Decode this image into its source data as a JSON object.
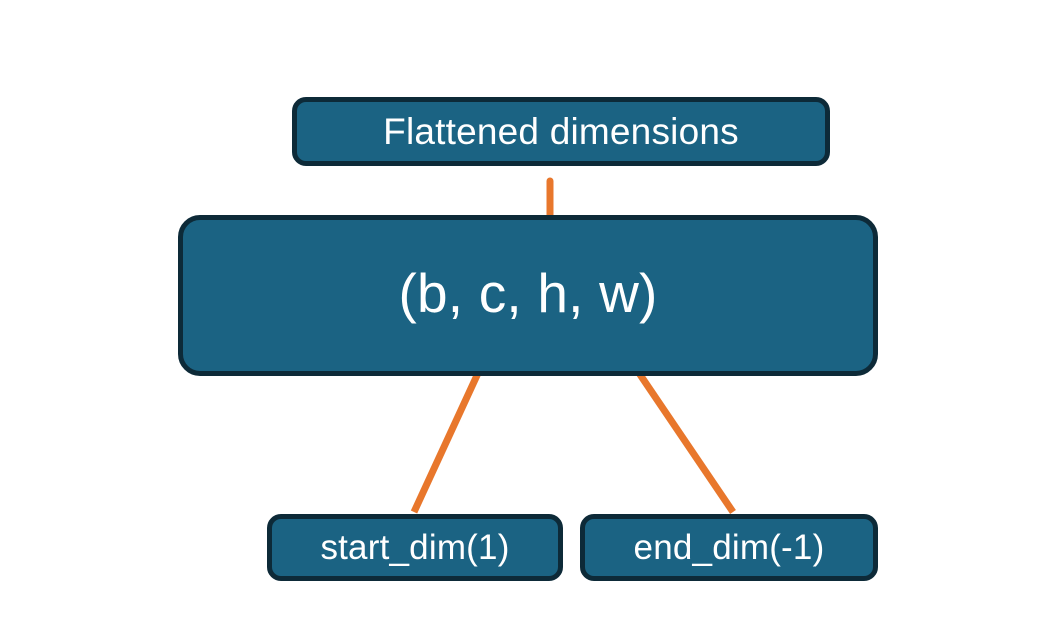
{
  "diagram": {
    "title": "torch.flatten dimension range illustration",
    "background_color": "#ffffff",
    "node_fill_color": "#1b6383",
    "node_border_color": "#0d2a38",
    "node_text_color": "#ffffff",
    "accent_color": "#e8772c",
    "nodes": [
      {
        "id": "flattened",
        "label": "Flattened dimensions",
        "role": "caption-box-top"
      },
      {
        "id": "shape",
        "label": "(b, c, h, w)",
        "role": "tensor-shape-box",
        "dims": [
          "b",
          "c",
          "h",
          "w"
        ]
      },
      {
        "id": "start",
        "label": "start_dim(1)",
        "role": "argument-box-left"
      },
      {
        "id": "end",
        "label": "end_dim(-1)",
        "role": "argument-box-right"
      }
    ],
    "connectors": [
      {
        "id": "brace",
        "type": "curly-brace",
        "color": "#e8772c",
        "from": "shape.dims[c..w]",
        "to": "flattened",
        "note": "brace spans the c, h, w dimensions and points up to the Flattened dimensions box"
      },
      {
        "id": "arrow-start",
        "type": "arrow",
        "color": "#e8772c",
        "from": "start",
        "to": "shape.dims[c]",
        "note": "start_dim(1) points at the second dimension"
      },
      {
        "id": "arrow-end",
        "type": "arrow",
        "color": "#e8772c",
        "from": "end",
        "to": "shape.dims[w]",
        "note": "end_dim(-1) points at the last dimension"
      }
    ]
  }
}
